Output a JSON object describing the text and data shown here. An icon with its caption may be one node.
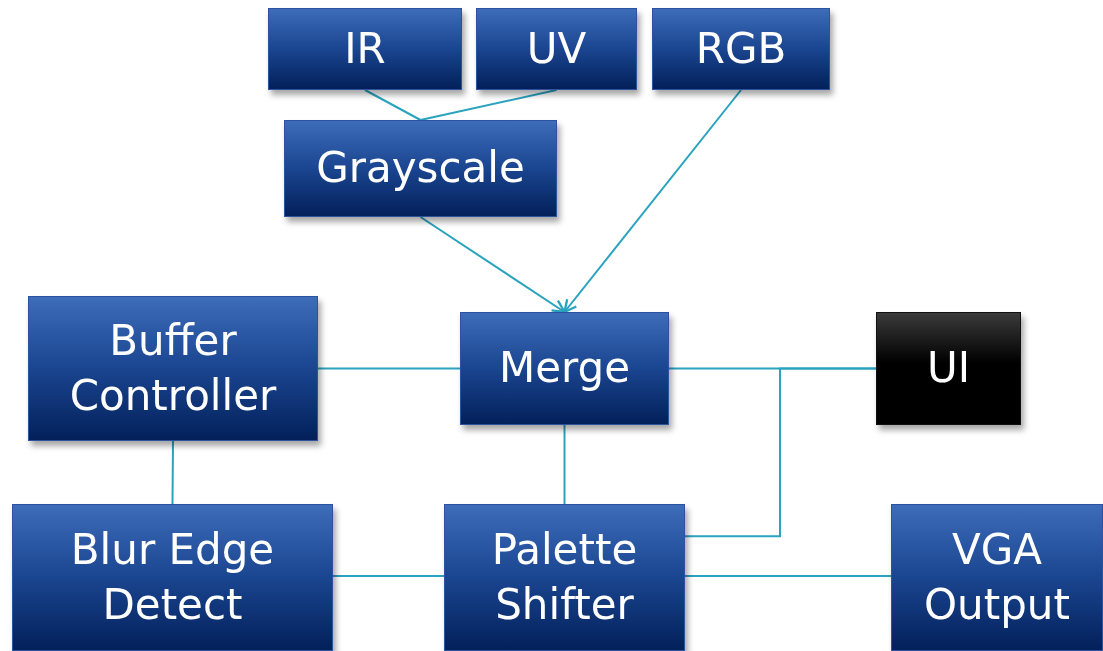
{
  "diagram": {
    "nodes": [
      {
        "text": [
          "IR"
        ]
      },
      {
        "text": [
          "UV"
        ]
      },
      {
        "text": [
          "RGB"
        ]
      },
      {
        "text": [
          "Grayscale"
        ]
      },
      {
        "text": [
          "Buffer Controller"
        ]
      },
      {
        "text": [
          "Merge"
        ]
      },
      {
        "text": [
          "UI"
        ]
      },
      {
        "text": [
          "Blur Edge Detect"
        ]
      },
      {
        "text": [
          "Palette Shifter"
        ]
      },
      {
        "text": [
          "VGA Output"
        ]
      }
    ],
    "edges": [
      {
        "from": 0,
        "to": 3,
        "arrow": "none"
      },
      {
        "from": 1,
        "to": 3,
        "arrow": "none"
      },
      {
        "from": 3,
        "to": 5,
        "arrow": "to"
      },
      {
        "from": 2,
        "to": 5,
        "arrow": "to"
      },
      {
        "from": 4,
        "to": 5,
        "arrow": "none"
      },
      {
        "from": 5,
        "to": 6,
        "arrow": "none"
      },
      {
        "from": 4,
        "to": 7,
        "arrow": "none"
      },
      {
        "from": 5,
        "to": 8,
        "arrow": "none"
      },
      {
        "from": 8,
        "to": 6,
        "arrow": "none"
      },
      {
        "from": 7,
        "to": 8,
        "arrow": "none"
      },
      {
        "from": 8,
        "to": 9,
        "arrow": "none"
      }
    ]
  }
}
